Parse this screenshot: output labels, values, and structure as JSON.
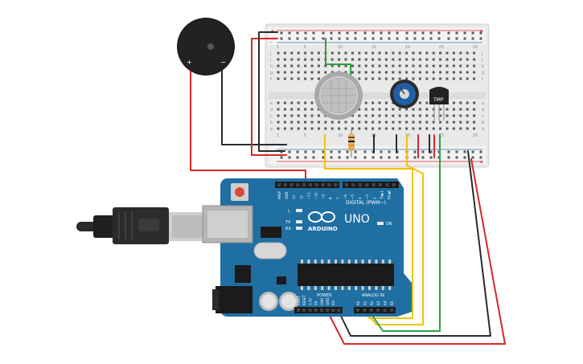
{
  "breadboard": {
    "row_letters_top": [
      "j",
      "i",
      "h",
      "g",
      "f"
    ],
    "row_letters_bottom": [
      "e",
      "d",
      "c",
      "b",
      "a"
    ],
    "column_numbers": [
      "1",
      "5",
      "10",
      "15",
      "20",
      "25",
      "30"
    ],
    "rail_plus": "+",
    "rail_minus": "-"
  },
  "buzzer": {
    "pin_plus": "+",
    "pin_minus": "−"
  },
  "temp_sensor": {
    "label": "TMP"
  },
  "arduino": {
    "logo_text": "ARDUINO",
    "model": "UNO",
    "digital_label": "DIGITAL (PWM~)",
    "power_label": "POWER",
    "analog_label": "ANALOG IN",
    "on_label": "ON",
    "led_l": "L",
    "led_tx": "TX",
    "led_rx": "RX",
    "digital_pins": [
      "AREF",
      "GND",
      "13",
      "12",
      "~11",
      "~10",
      "~9",
      "8",
      "7",
      "~6",
      "~5",
      "4",
      "~3",
      "2",
      "TX▶1",
      "RX◀0"
    ],
    "power_pins": [
      "IOREF",
      "RESET",
      "3.3V",
      "5V",
      "GND",
      "GND",
      "Vin"
    ],
    "analog_pins": [
      "A0",
      "A1",
      "A2",
      "A3",
      "A4",
      "A5"
    ]
  },
  "colors": {
    "board": "#1f6fa3",
    "board_dark": "#155a86",
    "breadboard": "#e9e9e9",
    "wire_red": "#d62828",
    "wire_black": "#2b2b2b",
    "wire_yellow": "#f2c200",
    "wire_green": "#2ea043"
  }
}
